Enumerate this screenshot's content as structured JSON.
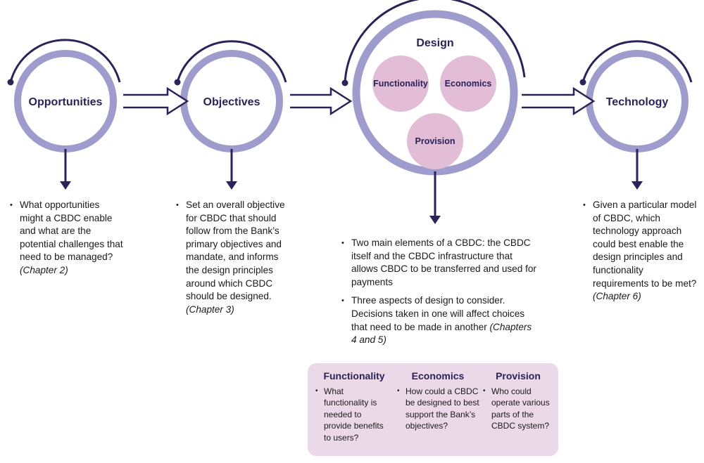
{
  "stages": {
    "opportunities": "Opportunities",
    "objectives": "Objectives",
    "design": "Design",
    "technology": "Technology"
  },
  "design_elements": [
    "Functionality",
    "Economics",
    "Provision"
  ],
  "notes": {
    "opportunities": {
      "text": "What opportunities might a CBDC enable and what are the potential challenges that need to be managed?",
      "ref": "(Chapter 2)"
    },
    "objectives": {
      "text": "Set an overall objective for CBDC that should follow from the Bank’s primary objectives and mandate, and informs the design principles around which CBDC should be designed.",
      "ref": "(Chapter 3)"
    },
    "design": [
      {
        "text": "Two main elements of a CBDC: the CBDC itself and the CBDC infrastructure that allows CBDC to be transferred and used for payments",
        "ref": ""
      },
      {
        "text": "Three aspects of design to consider. Decisions taken in one will affect choices that need to be made in another",
        "ref": "(Chapters 4 and 5)"
      }
    ],
    "technology": {
      "text": "Given a particular model of CBDC, which technology approach could best enable the design principles and functionality requirements to be met?",
      "ref": "(Chapter 6)"
    }
  },
  "aspects": [
    {
      "title": "Functionality",
      "text": "What functionality is needed to provide benefits to users?"
    },
    {
      "title": "Economics",
      "text": "How could a CBDC be designed to best support the Bank’s objectives?"
    },
    {
      "title": "Provision",
      "text": "Who could operate various parts of the CBDC system?"
    }
  ],
  "colors": {
    "ring": "#9e9ccc",
    "arrow": "#2b2257",
    "bubble": "#e3bdd6",
    "box": "#ecd9e8",
    "title": "#2b2257"
  }
}
